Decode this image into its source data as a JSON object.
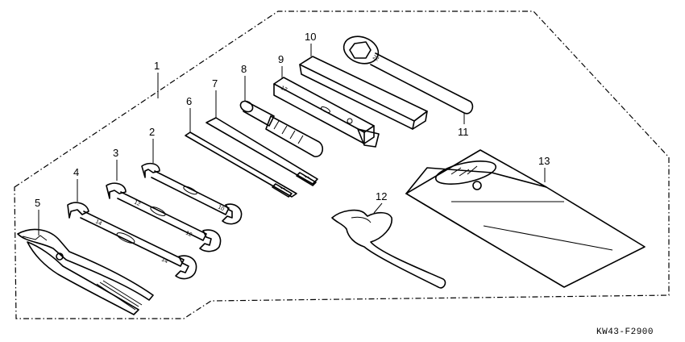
{
  "diagram": {
    "figure_code": "KW43-F2900",
    "parts": [
      {
        "ref": "1"
      },
      {
        "ref": "2"
      },
      {
        "ref": "3"
      },
      {
        "ref": "4"
      },
      {
        "ref": "5"
      },
      {
        "ref": "6"
      },
      {
        "ref": "7"
      },
      {
        "ref": "8"
      },
      {
        "ref": "9"
      },
      {
        "ref": "10"
      },
      {
        "ref": "11"
      },
      {
        "ref": "12"
      },
      {
        "ref": "13"
      }
    ],
    "tool_markings": {
      "ring_wrench_size": "22",
      "box_spanner_size": "17",
      "wrench_2_size": "10",
      "wrench_3_size": "12",
      "wrench_4_size": "14"
    }
  }
}
